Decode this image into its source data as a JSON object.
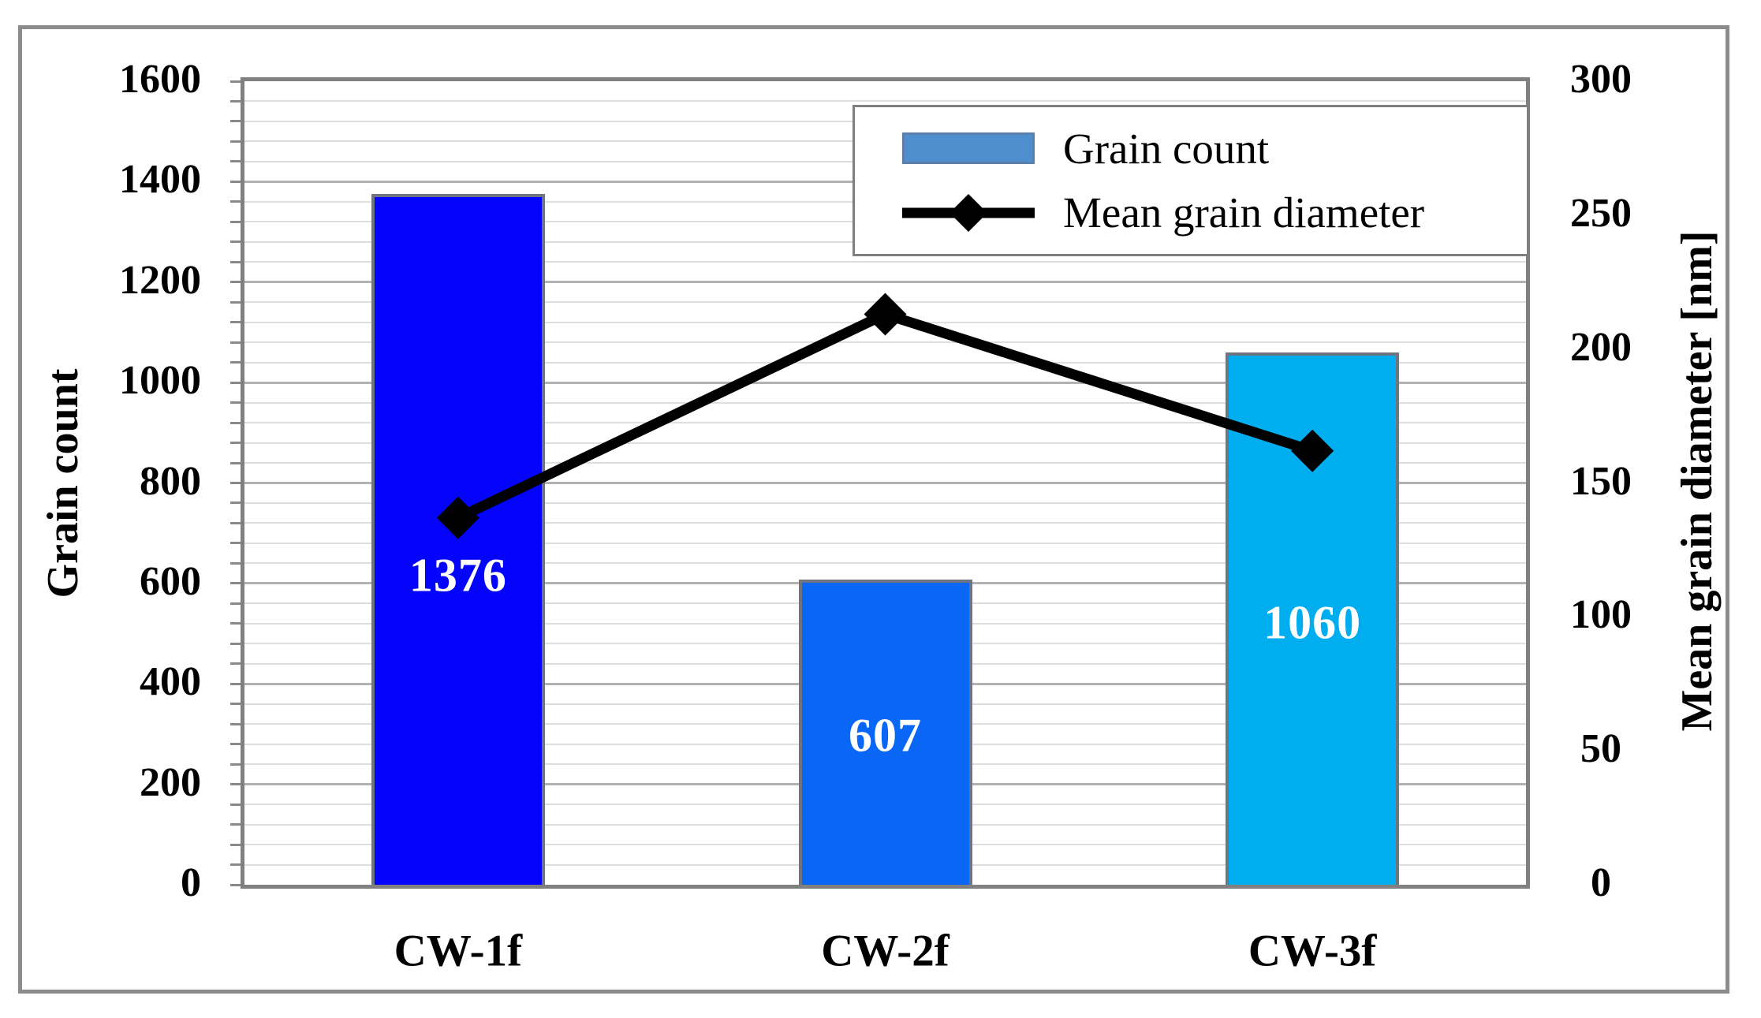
{
  "chart_data": {
    "type": "combo-bar-line",
    "title": "",
    "categories": [
      "CW-1f",
      "CW-2f",
      "CW-3f"
    ],
    "series": [
      {
        "name": "Grain count",
        "type": "bar",
        "axis": "left",
        "values": [
          1376,
          607,
          1060
        ],
        "bar_colors": [
          "#0404fa",
          "#0a66f5",
          "#00aeef"
        ],
        "data_labels": [
          "1376",
          "607",
          "1060"
        ],
        "data_label_color": "#ffffff"
      },
      {
        "name": "Mean grain diameter",
        "type": "line",
        "axis": "right",
        "values": [
          137,
          213,
          162
        ],
        "line_color": "#000000",
        "marker": "diamond"
      }
    ],
    "left_axis": {
      "title": "Grain count",
      "min": 0,
      "max": 1600,
      "major_unit": 200,
      "minor_unit": 40,
      "tick_labels": [
        "0",
        "200",
        "400",
        "600",
        "800",
        "1000",
        "1200",
        "1400",
        "1600"
      ]
    },
    "right_axis": {
      "title": "Mean grain diameter [nm]",
      "min": 0,
      "max": 300,
      "major_unit": 50,
      "tick_labels": [
        "0",
        "50",
        "100",
        "150",
        "200",
        "250",
        "300"
      ]
    },
    "legend": {
      "position": "top-right",
      "items": [
        {
          "label": "Grain count",
          "marker": "bar-swatch",
          "swatch_color": "#4f8fd0"
        },
        {
          "label": "Mean grain diameter",
          "marker": "line-diamond",
          "color": "#000000"
        }
      ]
    },
    "gridlines": {
      "major_color": "#b2b2b2",
      "minor_color": "#dedede",
      "grid_on": true
    }
  }
}
